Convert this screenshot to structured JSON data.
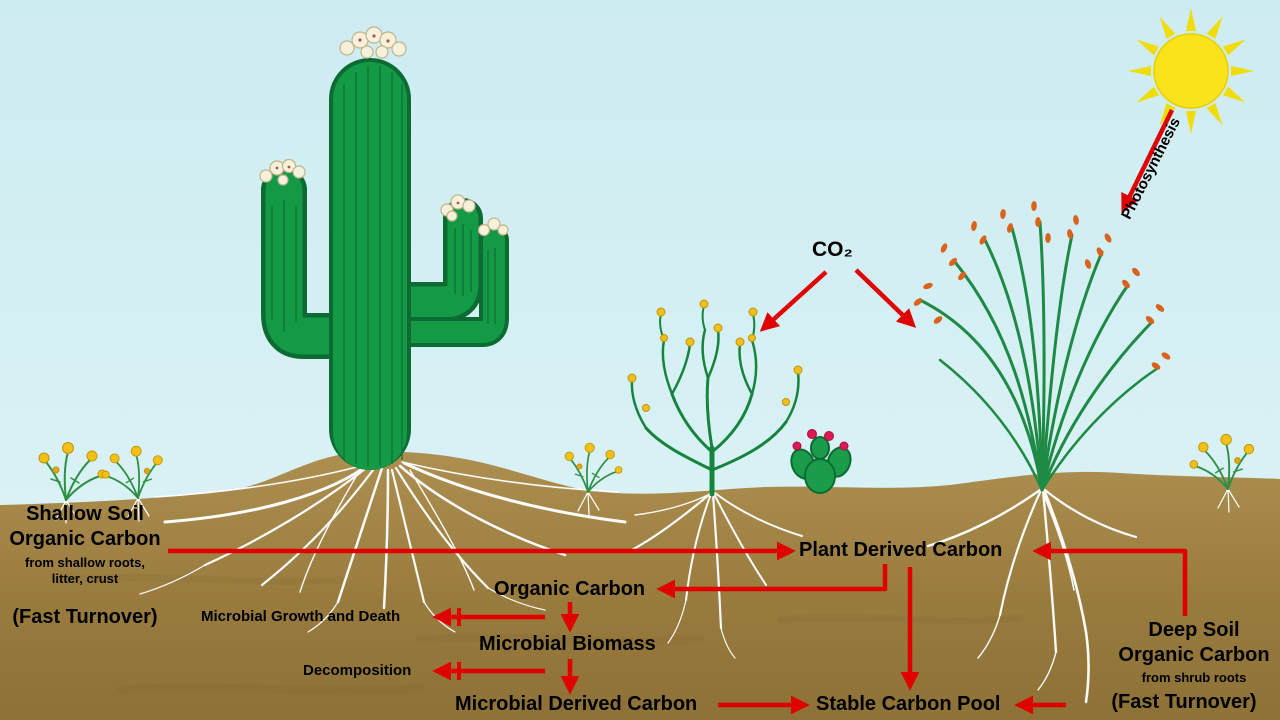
{
  "colors": {
    "arrow_red": "#e00000",
    "sky": "#d5f0f4",
    "soil": "#a68a47",
    "cactus_green": "#149a47",
    "sun_yellow": "#fbe31c",
    "flower_yellow": "#efc01b",
    "ocotillo_orange": "#d8641c",
    "text": "#000000"
  },
  "scene": {
    "elements": [
      "sun",
      "saguaro-cactus",
      "wildflowers",
      "cholla-shrub",
      "prickly-pear-cactus",
      "ocotillo-shrub",
      "soil",
      "plant-roots"
    ]
  },
  "labels": {
    "photosynthesis": "Photosynthesis",
    "co2": "CO₂",
    "shallow_soil": {
      "line1": "Shallow Soil",
      "line2": "Organic Carbon",
      "sub1": "from shallow roots,",
      "sub2": "litter, crust",
      "turnover": "(Fast Turnover)"
    },
    "plant_derived_carbon": "Plant Derived Carbon",
    "organic_carbon": "Organic Carbon",
    "microbial_growth_and_death": "Microbial Growth and Death",
    "microbial_biomass": "Microbial Biomass",
    "decomposition": "Decomposition",
    "microbial_derived_carbon": "Microbial Derived Carbon",
    "stable_carbon_pool": "Stable Carbon Pool",
    "deep_soil": {
      "line1": "Deep Soil",
      "line2": "Organic Carbon",
      "sub": "from shrub roots",
      "turnover": "(Fast Turnover)"
    }
  }
}
